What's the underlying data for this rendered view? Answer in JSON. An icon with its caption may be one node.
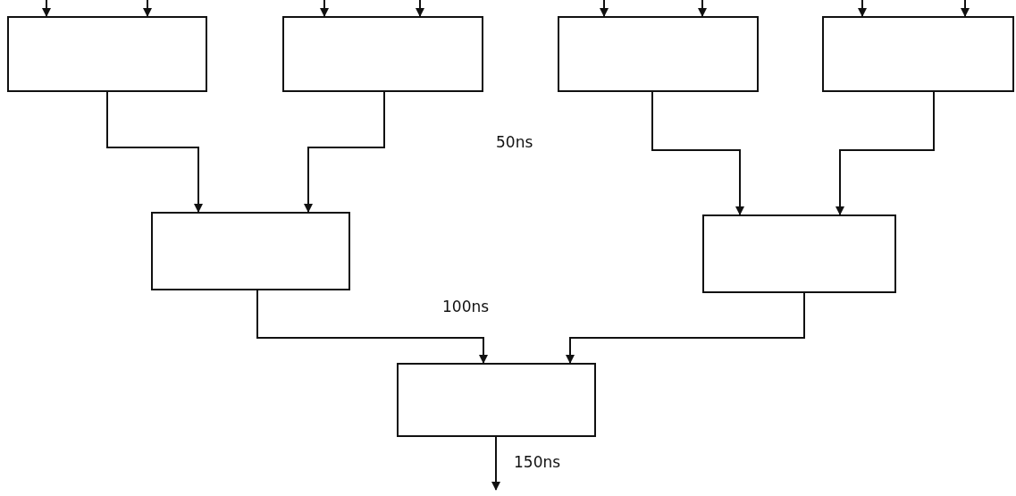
{
  "diagram": {
    "nodes": [
      {
        "text": [],
        "shape": "box"
      },
      {
        "text": [],
        "shape": "box"
      },
      {
        "text": [],
        "shape": "box"
      },
      {
        "text": [],
        "shape": "box"
      },
      {
        "text": [],
        "shape": "box"
      },
      {
        "text": [],
        "shape": "box"
      },
      {
        "text": [],
        "shape": "box"
      }
    ],
    "edges": [
      {
        "from": null,
        "to": 0,
        "arrow": "to"
      },
      {
        "from": null,
        "to": 0,
        "arrow": "to"
      },
      {
        "from": null,
        "to": 1,
        "arrow": "to"
      },
      {
        "from": null,
        "to": 1,
        "arrow": "to"
      },
      {
        "from": null,
        "to": 2,
        "arrow": "to"
      },
      {
        "from": null,
        "to": 2,
        "arrow": "to"
      },
      {
        "from": null,
        "to": 3,
        "arrow": "to"
      },
      {
        "from": null,
        "to": 3,
        "arrow": "to"
      },
      {
        "from": 0,
        "to": 4,
        "arrow": "to"
      },
      {
        "from": 1,
        "to": 4,
        "arrow": "to"
      },
      {
        "from": 2,
        "to": 5,
        "arrow": "to"
      },
      {
        "from": 3,
        "to": 5,
        "arrow": "to"
      },
      {
        "from": 4,
        "to": 6,
        "arrow": "to"
      },
      {
        "from": 5,
        "to": 6,
        "arrow": "to"
      },
      {
        "from": 6,
        "to": null,
        "arrow": "to"
      }
    ],
    "labels": [
      "50ns",
      "100ns",
      "150ns"
    ]
  }
}
